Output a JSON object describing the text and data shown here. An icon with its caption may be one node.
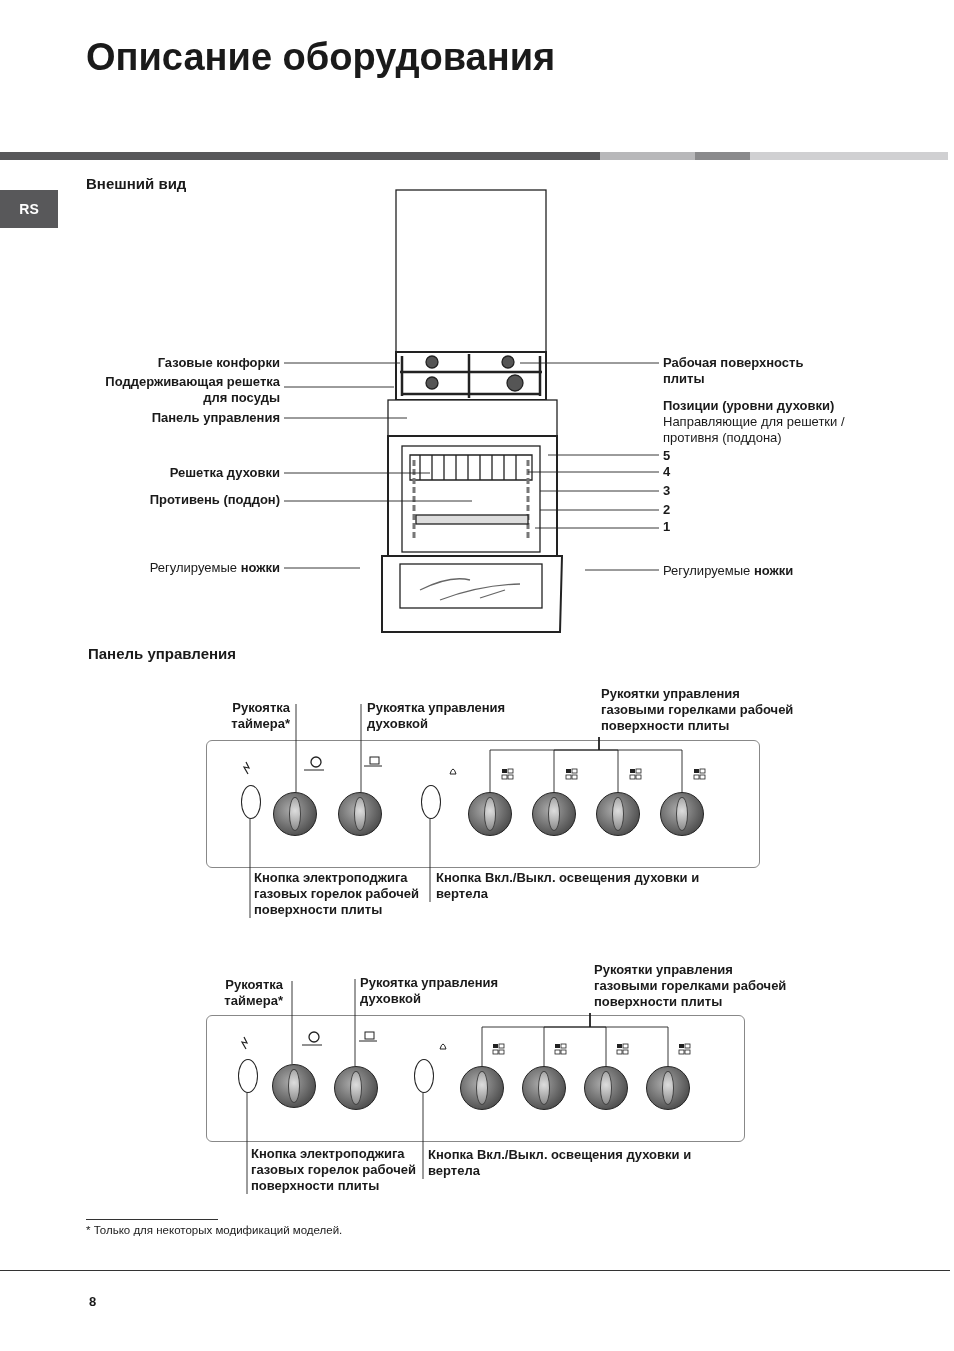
{
  "diagram": {
    "title": "Описание оборудования",
    "nodes": [
      {
        "text": [
          "Газовые конфорки"
        ]
      },
      {
        "text": [
          "Поддерживающая решетка для посуды"
        ]
      },
      {
        "text": [
          "Панель управления"
        ]
      },
      {
        "text": [
          "Решетка духовки"
        ]
      },
      {
        "text": [
          "Противень (поддон)"
        ]
      },
      {
        "text": [
          "Регулируемые **ножки**"
        ]
      },
      {
        "text": [
          "Рабочая поверхность плиты"
        ]
      },
      {
        "text": [
          "Позиции (уровни духовки)",
          "Направляющие для решетки / противня (поддона)"
        ]
      },
      {
        "text": [
          "5"
        ]
      },
      {
        "text": [
          "4"
        ]
      },
      {
        "text": [
          "3"
        ]
      },
      {
        "text": [
          "2"
        ]
      },
      {
        "text": [
          "1"
        ]
      },
      {
        "text": [
          "Регулируемые **ножки**"
        ]
      },
      {
        "text": [
          "Рукоятка таймера*"
        ]
      },
      {
        "text": [
          "Рукоятка управления духовкой"
        ]
      },
      {
        "text": [
          "Рукоятки управления газовыми горелками рабочей поверхности плиты"
        ]
      },
      {
        "text": [
          "Кнопка электроподжига газовых горелок рабочей поверхности плиты"
        ]
      },
      {
        "text": [
          "Кнопка Вкл./Выкл. освещения духовки и вертела"
        ]
      },
      {
        "text": [],
        "shape": "box"
      },
      {
        "text": [],
        "shape": "oval",
        "in": 19
      },
      {
        "text": [],
        "shape": "circle",
        "in": 19
      },
      {
        "text": [],
        "shape": "circle",
        "in": 19
      },
      {
        "text": [],
        "shape": "oval",
        "in": 19
      },
      {
        "text": [],
        "shape": "circle",
        "in": 19
      },
      {
        "text": [],
        "shape": "circle",
        "in": 19
      },
      {
        "text": [],
        "shape": "circle",
        "in": 19
      },
      {
        "text": [],
        "shape": "circle",
        "in": 19
      },
      {
        "text": [
          "Рукоятка таймера*"
        ]
      },
      {
        "text": [
          "Рукоятка управления духовкой"
        ]
      },
      {
        "text": [
          "Рукоятки управления газовыми горелками рабочей поверхности плиты"
        ]
      },
      {
        "text": [
          "Кнопка электроподжига газовых горелок рабочей поверхности плиты"
        ]
      },
      {
        "text": [
          "Кнопка Вкл./Выкл. освещения духовки и вертела"
        ]
      },
      {
        "text": [],
        "shape": "box"
      },
      {
        "text": [],
        "shape": "oval",
        "in": 33
      },
      {
        "text": [],
        "shape": "circle",
        "in": 33
      },
      {
        "text": [],
        "shape": "circle",
        "in": 33
      },
      {
        "text": [],
        "shape": "oval",
        "in": 33
      },
      {
        "text": [],
        "shape": "circle",
        "in": 33
      },
      {
        "text": [],
        "shape": "circle",
        "in": 33
      },
      {
        "text": [],
        "shape": "circle",
        "in": 33
      },
      {
        "text": [],
        "shape": "circle",
        "in": 33
      }
    ],
    "edges": [
      {
        "from": 0,
        "to": null,
        "arrow": "none"
      },
      {
        "from": 1,
        "to": null,
        "arrow": "none"
      },
      {
        "from": 2,
        "to": null,
        "arrow": "none"
      },
      {
        "from": 3,
        "to": null,
        "arrow": "none"
      },
      {
        "from": 4,
        "to": null,
        "arrow": "none"
      },
      {
        "from": 5,
        "to": null,
        "arrow": "none"
      },
      {
        "from": 6,
        "to": null,
        "arrow": "none"
      },
      {
        "from": 8,
        "to": null,
        "arrow": "none"
      },
      {
        "from": 9,
        "to": null,
        "arrow": "none"
      },
      {
        "from": 10,
        "to": null,
        "arrow": "none"
      },
      {
        "from": 11,
        "to": null,
        "arrow": "none"
      },
      {
        "from": 12,
        "to": null,
        "arrow": "none"
      },
      {
        "from": 13,
        "to": null,
        "arrow": "none"
      },
      {
        "from": 14,
        "to": 21,
        "arrow": "none"
      },
      {
        "from": 15,
        "to": 22,
        "arrow": "none"
      },
      {
        "from": 16,
        "to": 24,
        "arrow": "none"
      },
      {
        "from": 16,
        "to": 25,
        "arrow": "none"
      },
      {
        "from": 16,
        "to": 26,
        "arrow": "none"
      },
      {
        "from": 16,
        "to": 27,
        "arrow": "none"
      },
      {
        "from": 17,
        "to": 20,
        "arrow": "none"
      },
      {
        "from": 18,
        "to": 23,
        "arrow": "none"
      },
      {
        "from": 28,
        "to": 35,
        "arrow": "none"
      },
      {
        "from": 29,
        "to": 36,
        "arrow": "none"
      },
      {
        "from": 30,
        "to": 38,
        "arrow": "none"
      },
      {
        "from": 30,
        "to": 39,
        "arrow": "none"
      },
      {
        "from": 30,
        "to": 40,
        "arrow": "none"
      },
      {
        "from": 30,
        "to": 41,
        "arrow": "none"
      },
      {
        "from": 31,
        "to": 34,
        "arrow": "none"
      },
      {
        "from": 32,
        "to": 37,
        "arrow": "none"
      }
    ],
    "labels": [
      "RS",
      "Внешний вид",
      "Панель управления",
      "* Только для некоторых модификаций моделей.",
      "8"
    ]
  }
}
